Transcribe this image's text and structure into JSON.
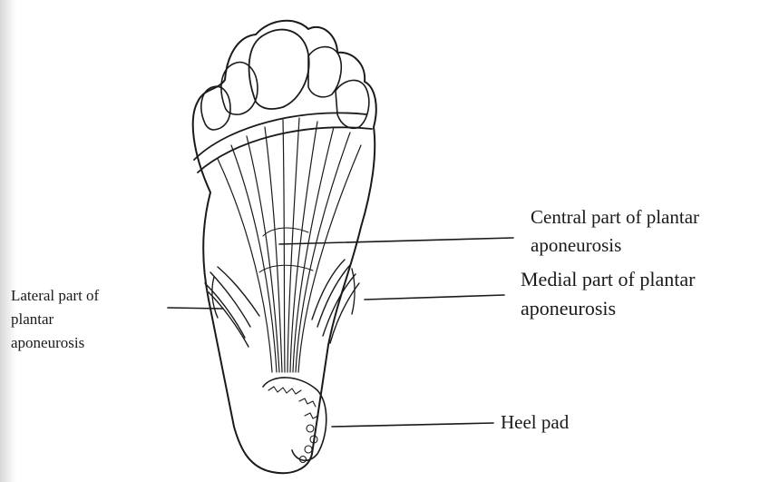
{
  "diagram": {
    "labels": {
      "central": "Central part of plantar\naponeurosis",
      "medial": "Medial part of plantar\naponeurosis",
      "lateral": "Lateral part of\nplantar\naponeurosis",
      "heel": "Heel pad"
    },
    "colors": {
      "ink": "#1a1a1a",
      "paper": "#ffffff",
      "margin_shadow": "#d8d8d8"
    }
  }
}
